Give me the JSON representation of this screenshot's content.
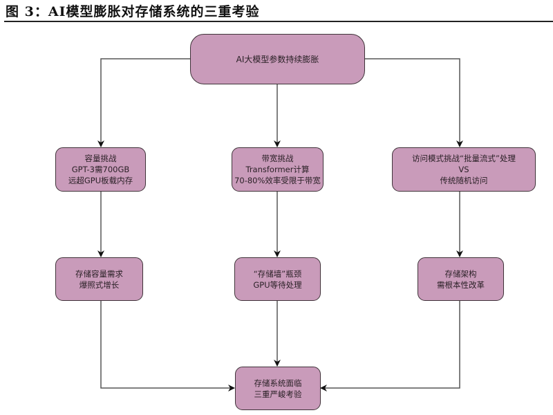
{
  "figure": {
    "title": "图 3：AI模型膨胀对存储系统的三重考验"
  },
  "colors": {
    "box_fill": "#c99bba",
    "box_border": "#3e3238",
    "connector": "#555555",
    "text": "#2a2026"
  },
  "nodes": {
    "root": {
      "lines": [
        "AI大模型参数持续膨胀"
      ]
    },
    "capacity_challenge": {
      "lines": [
        "容量挑战",
        "GPT-3需700GB",
        "远超GPU板载内存"
      ]
    },
    "bandwidth_challenge": {
      "lines": [
        "带宽挑战",
        "Transformer计算",
        "70-80%效率受限于带宽"
      ]
    },
    "access_challenge": {
      "lines": [
        "访问模式挑战“批量流式”处理",
        "VS",
        "传统随机访问"
      ]
    },
    "capacity_result": {
      "lines": [
        "存储容量需求",
        "爆照式增长"
      ]
    },
    "bandwidth_result": {
      "lines": [
        "“存储墙”瓶颈",
        "GPU等待处理"
      ]
    },
    "access_result": {
      "lines": [
        "存储架构",
        "需根本性改革"
      ]
    },
    "conclusion": {
      "lines": [
        "存储系统面临",
        "三重严峻考验"
      ]
    }
  },
  "edges": [
    {
      "from": "root",
      "to": "capacity_challenge"
    },
    {
      "from": "root",
      "to": "bandwidth_challenge"
    },
    {
      "from": "root",
      "to": "access_challenge"
    },
    {
      "from": "capacity_challenge",
      "to": "capacity_result"
    },
    {
      "from": "bandwidth_challenge",
      "to": "bandwidth_result"
    },
    {
      "from": "access_challenge",
      "to": "access_result"
    },
    {
      "from": "capacity_result",
      "to": "conclusion"
    },
    {
      "from": "bandwidth_result",
      "to": "conclusion"
    },
    {
      "from": "access_result",
      "to": "conclusion"
    }
  ]
}
